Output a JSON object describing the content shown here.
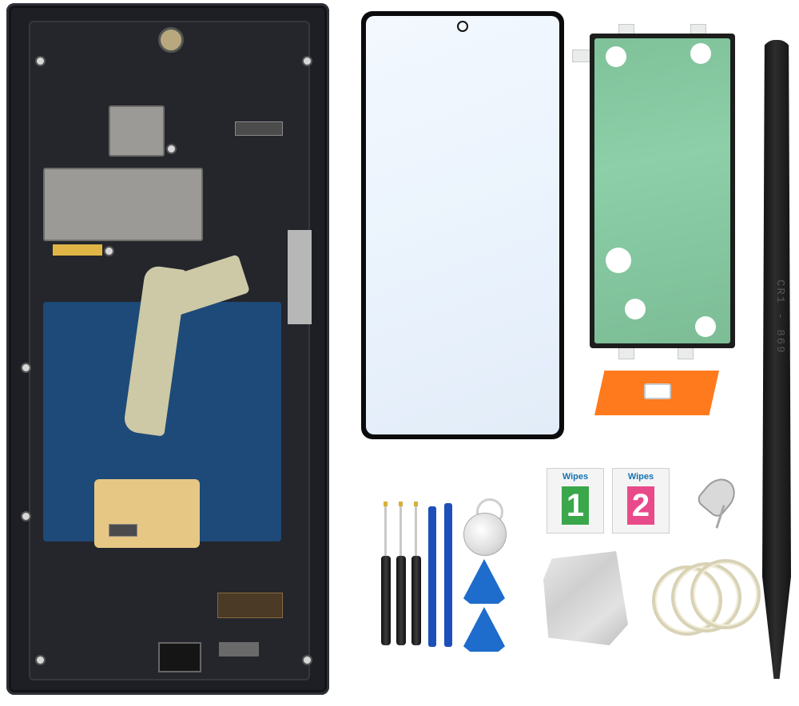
{
  "scene": {
    "description_free": true,
    "items": {
      "spudger": {
        "stamp_text": "CR1 - 869"
      },
      "wipe_wet": {
        "title": "Wipes",
        "number": "1",
        "color": "#3aa74a"
      },
      "wipe_dry": {
        "title": "Wipes",
        "number": "2",
        "color": "#e94a8a"
      }
    },
    "colors": {
      "frame": "#1d1f24",
      "glass_edge": "#0b0b0d",
      "adhesive_film": "#7fc29a",
      "blade": "#ff7a1c",
      "pry_tool_blue": "#1e6ccc"
    }
  }
}
